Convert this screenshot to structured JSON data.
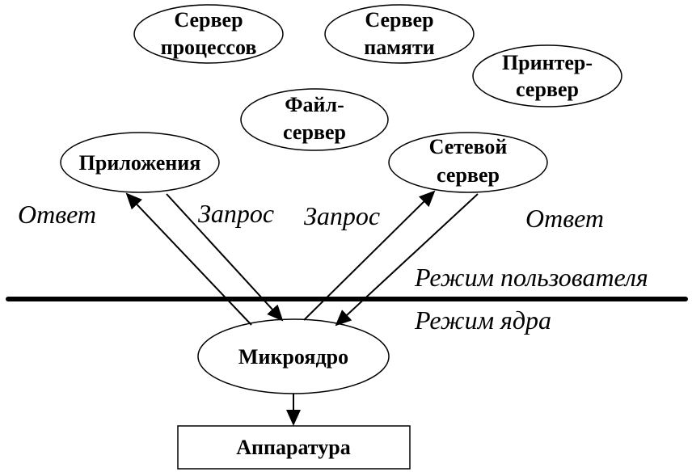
{
  "nodes": {
    "process_server": {
      "line1": "Сервер",
      "line2": "процессов"
    },
    "memory_server": {
      "line1": "Сервер",
      "line2": "памяти"
    },
    "printer_server": {
      "line1": "Принтер-",
      "line2": "сервер"
    },
    "file_server": {
      "line1": "Файл-",
      "line2": "сервер"
    },
    "applications": {
      "label": "Приложения"
    },
    "network_server": {
      "line1": "Сетевой",
      "line2": "сервер"
    },
    "microkernel": {
      "label": "Микроядро"
    },
    "hardware": {
      "label": "Аппаратура"
    }
  },
  "labels": {
    "answer_left": "Ответ",
    "request_left": "Запрос",
    "request_right": "Запрос",
    "answer_right": "Ответ",
    "user_mode": "Режим пользователя",
    "kernel_mode": "Режим ядра"
  }
}
